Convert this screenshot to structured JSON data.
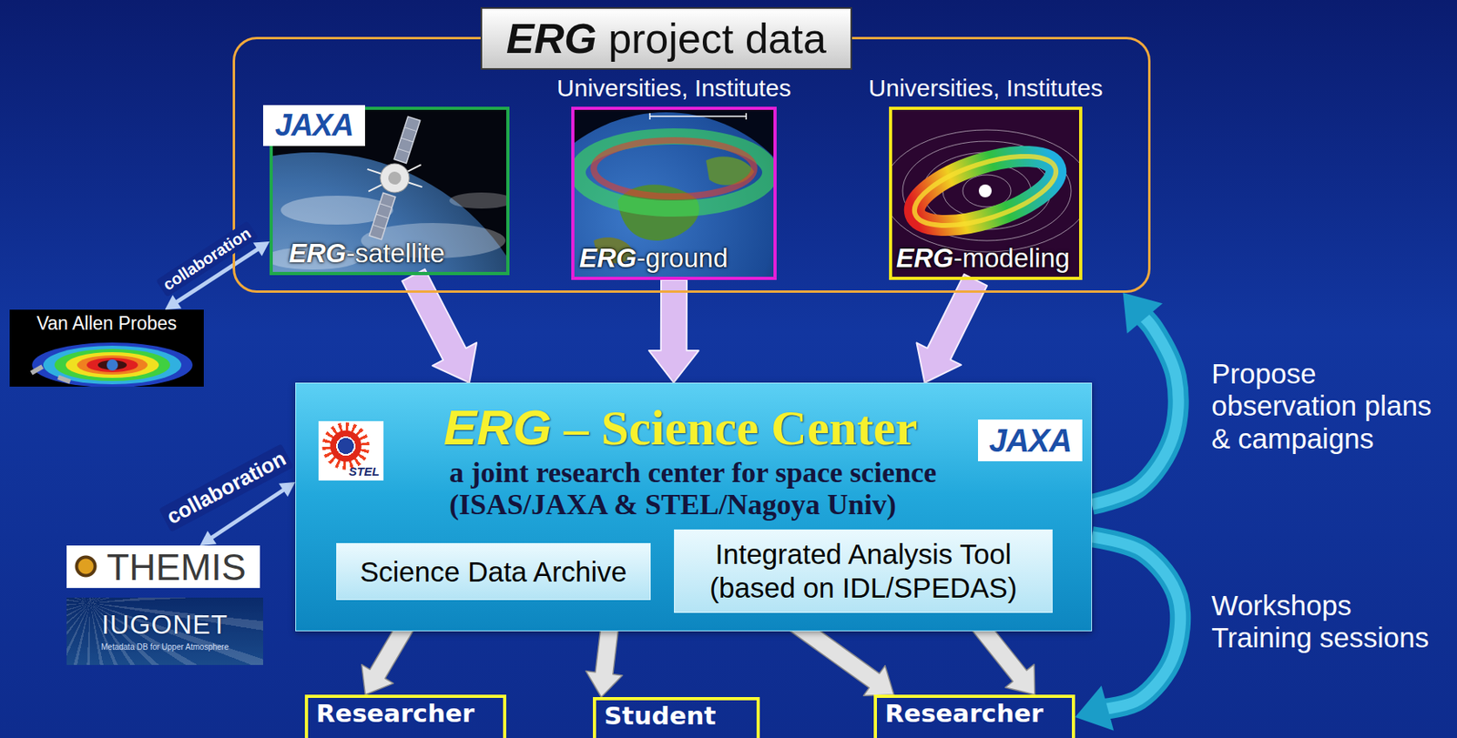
{
  "diagram": {
    "nodes": [
      {
        "text": [
          "ERG project data"
        ]
      },
      {
        "text": [
          "ERG-satellite"
        ],
        "in": 0
      },
      {
        "text": [
          "Universities, Institutes",
          "ERG-ground"
        ],
        "in": 0
      },
      {
        "text": [
          "Universities, Institutes",
          "ERG-modeling"
        ],
        "in": 0
      },
      {
        "text": [
          "Van Allen Probes"
        ]
      },
      {
        "text": [
          "ERG – Science Center",
          "a joint research center for space science (ISAS/JAXA & STEL/Nagoya Univ)"
        ]
      },
      {
        "text": [
          "Science Data Archive"
        ],
        "in": 5
      },
      {
        "text": [
          "Integrated Analysis Tool (based on IDL/SPEDAS)"
        ],
        "in": 5
      },
      {
        "text": [
          "THEMIS"
        ]
      },
      {
        "text": [
          "IUGONET",
          "Metadata DB for Upper Atmosphere"
        ]
      },
      {
        "text": [
          "Researcher"
        ]
      },
      {
        "text": [
          "Student"
        ]
      },
      {
        "text": [
          "Researcher"
        ]
      }
    ],
    "edges": [
      {
        "from": 1,
        "to": 5,
        "arrow": "to"
      },
      {
        "from": 2,
        "to": 5,
        "arrow": "to"
      },
      {
        "from": 3,
        "to": 5,
        "arrow": "to"
      },
      {
        "from": 4,
        "to": 1,
        "label": "collaboration",
        "arrow": "both"
      },
      {
        "from": 8,
        "to": 5,
        "label": "collaboration",
        "arrow": "both"
      },
      {
        "from": 6,
        "to": 10,
        "arrow": "to"
      },
      {
        "from": 6,
        "to": 11,
        "arrow": "to"
      },
      {
        "from": 7,
        "to": 12,
        "arrow": "to"
      },
      {
        "from": 7,
        "to": 12,
        "arrow": "to"
      },
      {
        "from": 5,
        "to": 0,
        "label": "Propose observation plans & campaigns",
        "arrow": "to"
      },
      {
        "from": 5,
        "to": 12,
        "label": "Workshops Training sessions",
        "arrow": "to"
      }
    ],
    "labels": [
      "JAXA",
      "STEL",
      "JAXA"
    ]
  }
}
